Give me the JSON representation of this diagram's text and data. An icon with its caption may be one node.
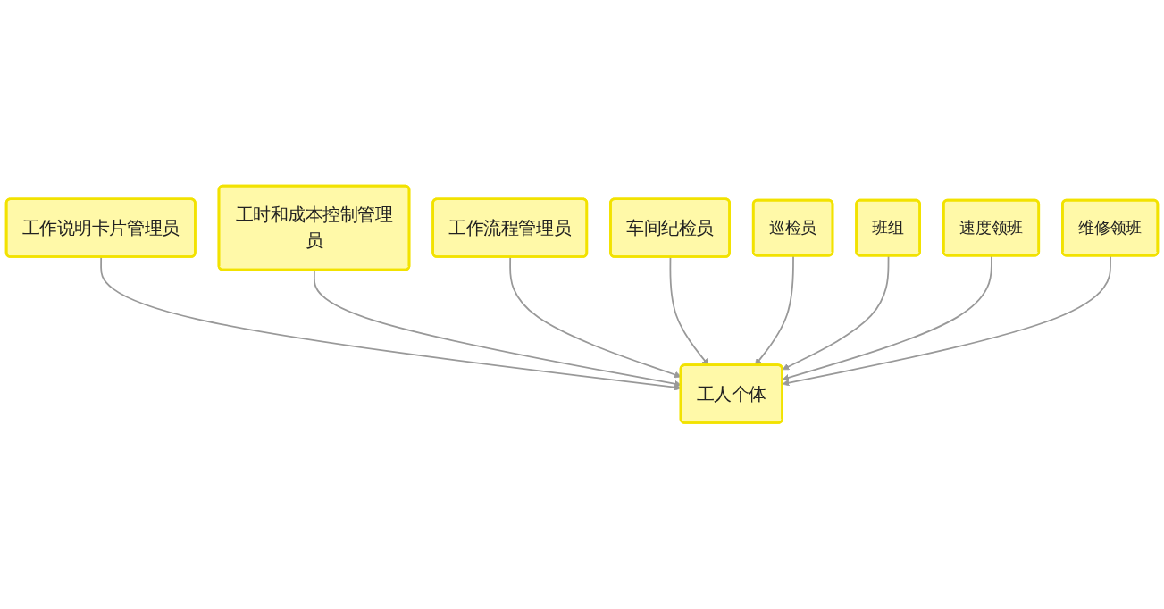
{
  "diagram": {
    "nodes": [
      {
        "text": [
          "工作说明卡片管理员"
        ]
      },
      {
        "text": [
          "工时和成本控制管理员"
        ]
      },
      {
        "text": [
          "工作流程管理员"
        ]
      },
      {
        "text": [
          "车间纪检员"
        ]
      },
      {
        "text": [
          "巡检员"
        ]
      },
      {
        "text": [
          "班组"
        ]
      },
      {
        "text": [
          "速度领班"
        ]
      },
      {
        "text": [
          "维修领班"
        ]
      },
      {
        "text": [
          "工人个体"
        ]
      }
    ],
    "edges": [
      {
        "from": 0,
        "to": 8,
        "arrow": "to"
      },
      {
        "from": 1,
        "to": 8,
        "arrow": "to"
      },
      {
        "from": 2,
        "to": 8,
        "arrow": "to"
      },
      {
        "from": 3,
        "to": 8,
        "arrow": "to"
      },
      {
        "from": 4,
        "to": 8,
        "arrow": "to"
      },
      {
        "from": 5,
        "to": 8,
        "arrow": "to"
      },
      {
        "from": 6,
        "to": 8,
        "arrow": "to"
      },
      {
        "from": 7,
        "to": 8,
        "arrow": "to"
      }
    ]
  }
}
